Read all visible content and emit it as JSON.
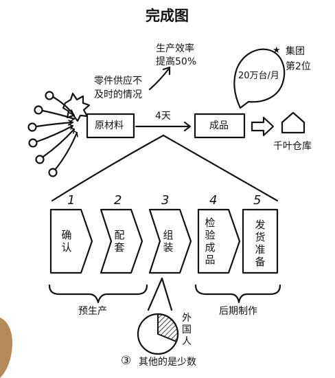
{
  "title": "完成图",
  "efficiency": {
    "line1": "生产效率",
    "line2": "提高50%"
  },
  "supply_issue": {
    "line1": "零件供应不",
    "line2": "及时的情况"
  },
  "raw_material": "原材料",
  "lead_time": "4天",
  "finished_goods": "成品",
  "speech_bubble": "20万台/月",
  "rank": {
    "star": "★",
    "line1": "集团",
    "line2": "第2位"
  },
  "warehouse": "千叶仓库",
  "steps": [
    {
      "num": "1",
      "label": "确认"
    },
    {
      "num": "2",
      "label": "配套"
    },
    {
      "num": "3",
      "label": "组装"
    },
    {
      "num": "4",
      "label": "检验成品"
    },
    {
      "num": "5",
      "label": "发货准备"
    }
  ],
  "pre_production": "预生产",
  "post_production": "后期制作",
  "foreign_workers": "外国人",
  "others_minority": {
    "badge": "③",
    "text": "其他的是少数"
  }
}
